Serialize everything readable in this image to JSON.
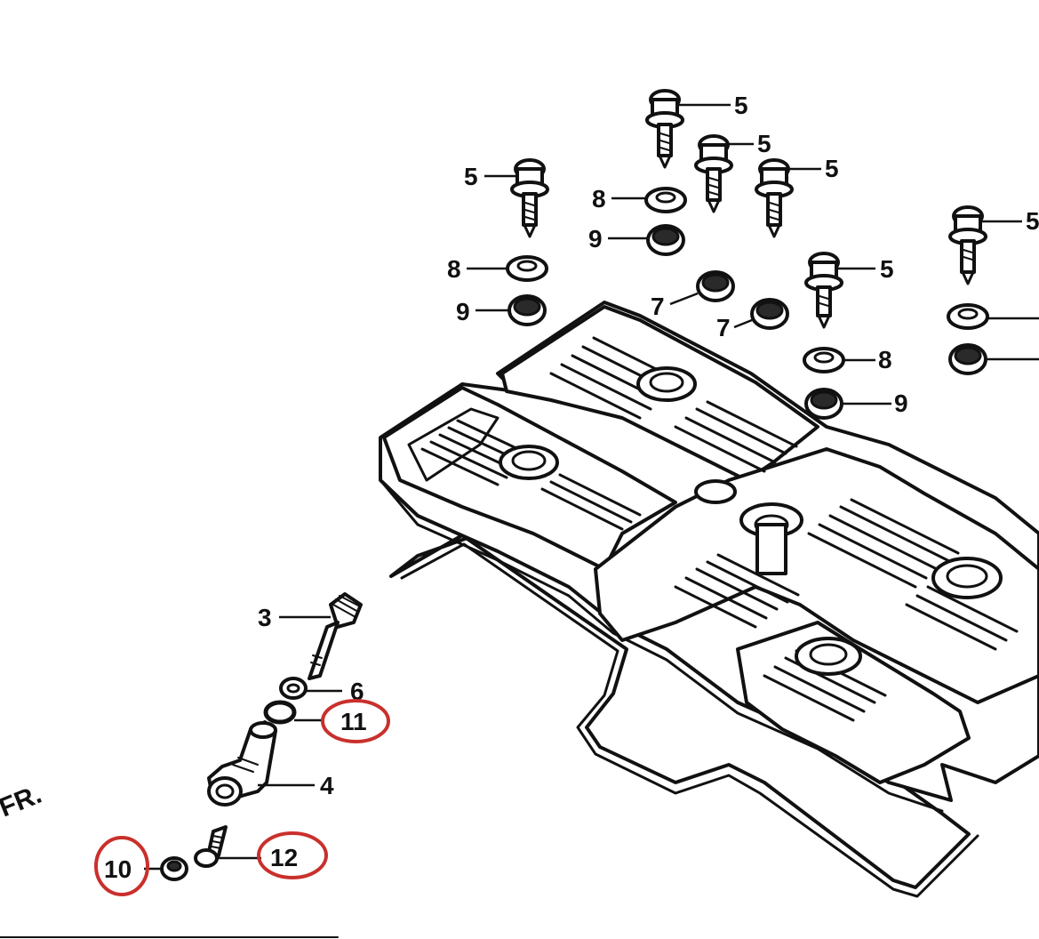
{
  "diagram": {
    "front_marker": "FR.",
    "callouts": {
      "c5a": "5",
      "c5b": "5",
      "c5c": "5",
      "c5d": "5",
      "c5e": "5",
      "c5f": "5",
      "c8a": "8",
      "c9a": "9",
      "c8b": "8",
      "c9b": "9",
      "c7a": "7",
      "c7b": "7",
      "c8c": "8",
      "c9c": "9",
      "c3": "3",
      "c6": "6",
      "c11": "11",
      "c4": "4",
      "c12": "12",
      "c10": "10"
    },
    "highlight_color": "#c9302c"
  }
}
